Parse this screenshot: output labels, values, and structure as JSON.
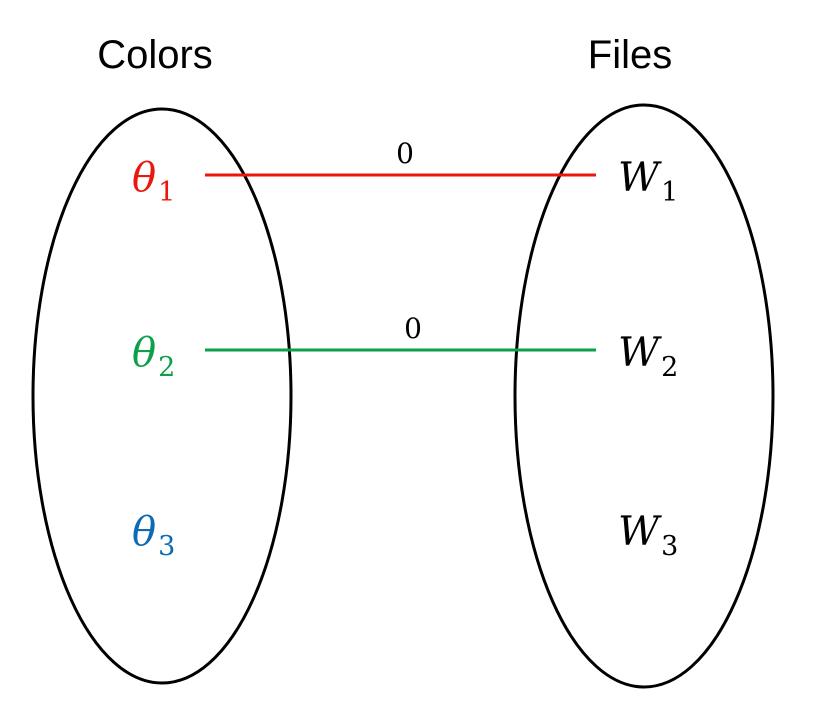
{
  "left_set": {
    "title": "Colors",
    "nodes": [
      {
        "symbol": "θ",
        "subscript": "1",
        "color": "#e8180c"
      },
      {
        "symbol": "θ",
        "subscript": "2",
        "color": "#0e9f4c"
      },
      {
        "symbol": "θ",
        "subscript": "3",
        "color": "#0b6bb5"
      }
    ]
  },
  "right_set": {
    "title": "Files",
    "nodes": [
      {
        "symbol": "W",
        "subscript": "1",
        "color": "#000000"
      },
      {
        "symbol": "W",
        "subscript": "2",
        "color": "#000000"
      },
      {
        "symbol": "W",
        "subscript": "3",
        "color": "#000000"
      }
    ]
  },
  "edges": [
    {
      "from": 0,
      "to": 0,
      "label": "0",
      "color": "#e8180c"
    },
    {
      "from": 1,
      "to": 1,
      "label": "0",
      "color": "#0e9f4c"
    }
  ]
}
